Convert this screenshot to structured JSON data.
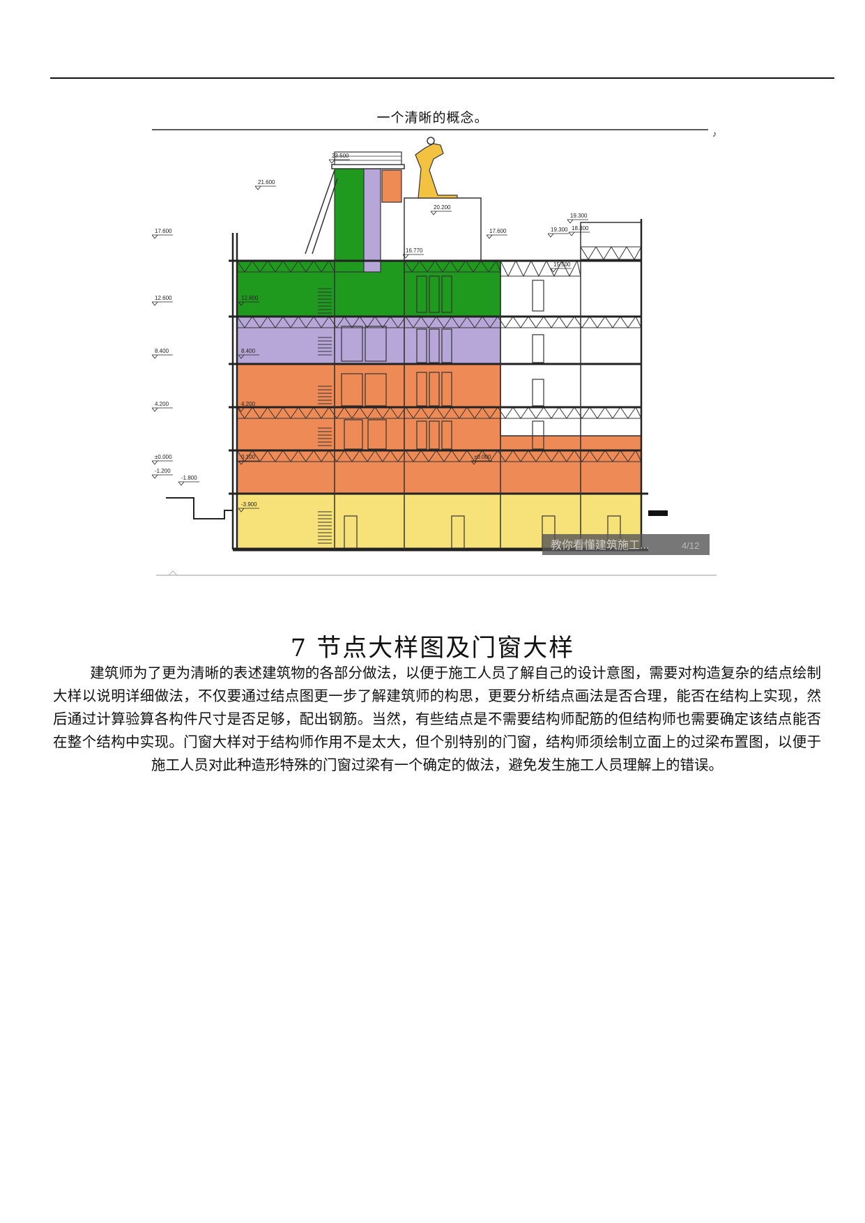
{
  "caption": "一个清晰的概念。",
  "figure": {
    "levels": {
      "l1": "23.500",
      "l2": "21.600",
      "l3": "20.200",
      "l4": "19.300",
      "l5": "18.300",
      "l6": "19.300",
      "l7": "17.600",
      "l8": "17.600",
      "l9": "16.770",
      "l10": "15.500",
      "l11": "12.600",
      "l12": "12.600",
      "l13": "8.400",
      "l14": "8.400",
      "l15": "4.200",
      "l16": "4.200",
      "l17": "±0.000",
      "l18": "0.100",
      "l19": "±0.000",
      "l20": "-1.200",
      "l21": "-1.800",
      "l22": "-3.900"
    },
    "watermark": "教你看懂建筑施工...",
    "page_counter": "4/12",
    "colors": {
      "green": "#1f9a1f",
      "lavender": "#b7a7d8",
      "orange": "#ee8a55",
      "yellow": "#f7e27a",
      "sculpture": "#f2c240"
    }
  },
  "section": {
    "heading": "7 节点大样图及门窗大样",
    "paragraph": "建筑师为了更为清晰的表述建筑物的各部分做法，以便于施工人员了解自己的设计意图，需要对构造复杂的结点绘制大样以说明详细做法，不仅要通过结点图更一步了解建筑师的构思，更要分析结点画法是否合理，能否在结构上实现，然后通过计算验算各构件尺寸是否足够，配出钢筋。当然，有些结点是不需要结构师配筋的但结构师也需要确定该结点能否在整个结构中实现。门窗大样对于结构师作用不是太大，但个别特别的门窗，结构师须绘制立面上的过梁布置图，以便于施工人员对此种造形特殊的门窗过梁有一个确定的做法，避免发生施工人员理解上的错误。"
  }
}
